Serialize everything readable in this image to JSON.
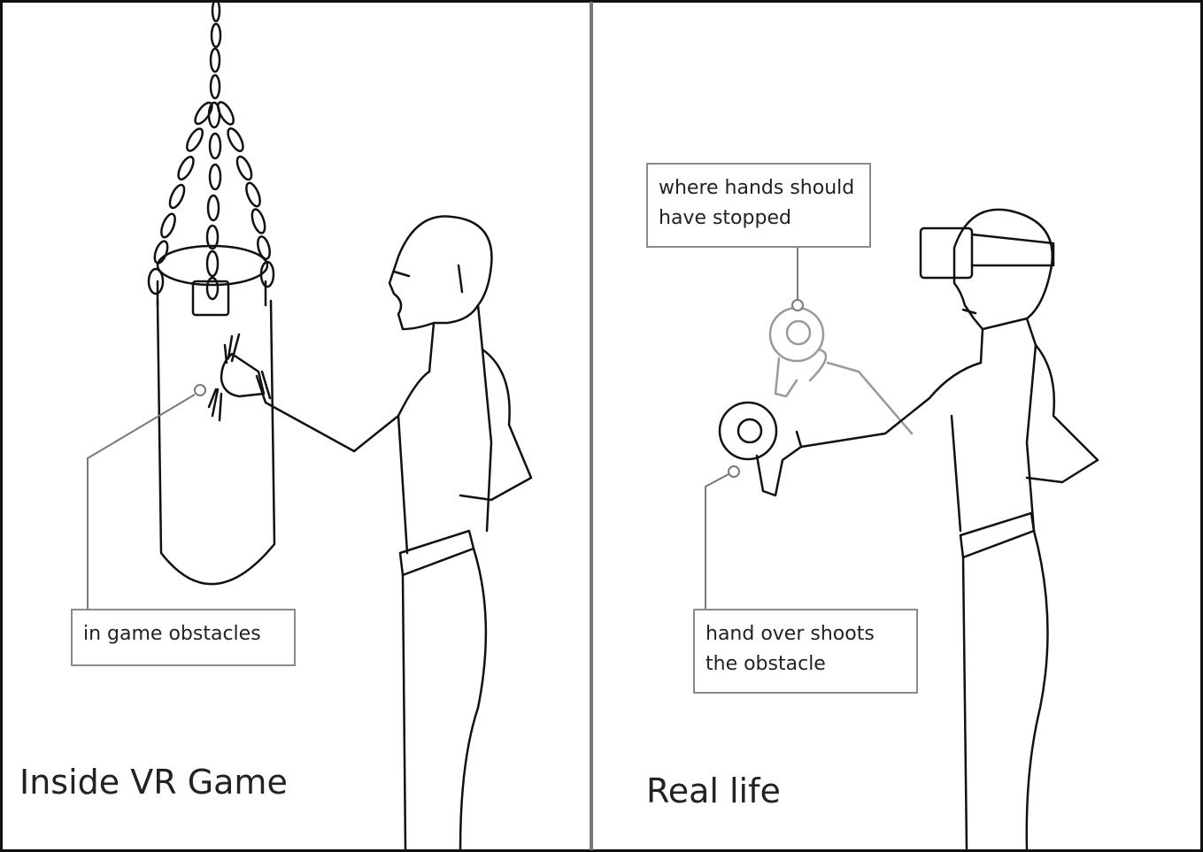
{
  "panels": {
    "left": {
      "title": "Inside VR Game",
      "callout": "in game obstacles"
    },
    "right": {
      "title": "Real life",
      "callout_top": [
        "where hands should",
        "have stopped"
      ],
      "callout_bottom": [
        "hand over shoots",
        "the obstacle"
      ]
    }
  },
  "colors": {
    "ink": "#111111",
    "ghost": "#9a9a9a",
    "callout_line": "#7a7a7a",
    "divider": "#777777"
  }
}
